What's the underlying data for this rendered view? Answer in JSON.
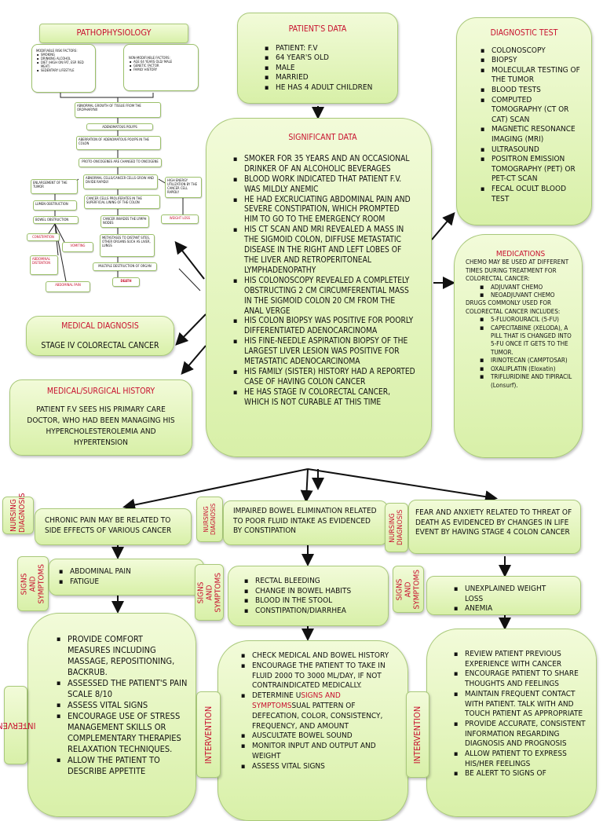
{
  "patho": {
    "title": "PATHOPHYSIOLOGY",
    "modifiable_title": "MODIFIABLE RISK FACTORS:",
    "modifiable": [
      "SMOKING",
      "DRINKING ALCOHOL",
      "DIET (HIGH ON FAT, ESP. RED MEAT)",
      "SEDENTARY LIFESTYLE"
    ],
    "nonmod_title": "NON-MODIFIABLE FACTORS:",
    "nonmod": [
      "AGE 64 YEARS OLD/ MALE",
      "GENETIC FACTOR",
      "FAMILY HISTORY"
    ],
    "f1": "ABNORMAL GROWTH OF TISSUE FROM THE OROPHARYNX",
    "f2": "ADENOMATOUS POLYPS",
    "f3": "ABERRATION OF ADENOMATOUS POLYPS IN THE COLON",
    "f4": "PROTO-ONCOGENES ARE CHANGED TO ONCOGENE",
    "f5": "ABNORMAL CELLS/CANCER CELLS GROW AND DIVIDE RAPIDLY",
    "f6": "CANCER CELLS PROLIFERATES IN THE SUPERFICIAL LINING OF THE COLON",
    "f7": "CANCER INVADES THE LYMPH NODES",
    "f8": "METASTASES TO DISTANT SITES, OTHER ORGANS SUCH AS LIVER, LUNGS",
    "f9": "MULTIPLE DESTRUCTION OF ORGAN",
    "f10": "DEATH",
    "l1": "ENLARGEMENT OF THE TUMOR",
    "l2": "LUMEN OBSTRUCTION",
    "l3": "BOWEL OBSTRUCTION",
    "c1": "CONSTIPATION",
    "c2": "VOMITING",
    "c3": "ABDOMINAL DISTENTION",
    "c4": "ABDOMINAL PAIN",
    "r1": "HIGH ENERGY UTILIZATION BY THE CANCER CELL RAPIDLY",
    "r2": "WEIGHT LOSS"
  },
  "patient": {
    "title": "PATIENT'S DATA",
    "items": [
      "PATIENT: F.V",
      "64 YEAR'S OLD",
      "MALE",
      "MARRIED",
      "HE HAS 4 ADULT CHILDREN"
    ]
  },
  "diagnostic": {
    "title": "DIAGNOSTIC TEST",
    "items": [
      "COLONOSCOPY",
      "BIOPSY",
      "MOLECULAR TESTING OF THE TUMOR",
      "BLOOD TESTS",
      "COMPUTED TOMOGRAPHY (CT OR CAT) SCAN",
      "MAGNETIC RESONANCE IMAGING (MRI)",
      "ULTRASOUND",
      "POSITRON EMISSION TOMOGRAPHY (PET) OR PET-CT SCAN",
      "FECAL OCULT BLOOD TEST"
    ]
  },
  "significant": {
    "title": "SIGNIFICANT DATA",
    "items": [
      "SMOKER FOR 35 YEARS AND AN OCCASIONAL DRINKER OF AN ALCOHOLIC BEVERAGES",
      "BLOOD WORK INDICATED THAT PATIENT F.V. WAS MILDLY ANEMIC",
      "HE HAD EXCRUCIATING ABDOMINAL PAIN AND SEVERE CONSTIPATION, WHICH PROMPTED HIM TO GO TO THE EMERGENCY ROOM",
      "HIS CT SCAN AND MRI REVEALED A MASS IN THE SIGMOID COLON, DIFFUSE METASTATIC DISEASE IN THE RIGHT AND LEFT LOBES OF THE LIVER AND RETROPERITONEAL LYMPHADENOPATHY",
      "HIS COLONOSCOPY REVEALED A COMPLETELY OBSTRUCTING 2 CM CIRCUMFERENTIAL MASS IN THE SIGMOID COLON 20 CM FROM THE ANAL VERGE",
      "HIS COLON BIOPSY WAS POSITIVE FOR POORLY DIFFERENTIATED ADENOCARCINOMA",
      "HIS FINE-NEEDLE ASPIRATION BIOPSY OF THE LARGEST LIVER LESION WAS POSITIVE FOR METASTATIC ADENOCARCINOMA",
      "HIS FAMILY (SISTER) HISTORY HAD A REPORTED CASE OF HAVING COLON CANCER",
      "HE HAS STAGE IV COLORECTAL CANCER, WHICH IS NOT CURABLE AT THIS TIME"
    ]
  },
  "medications": {
    "title": "MEDICATIONS",
    "intro": "CHEMO MAY BE USED AT DIFFERENT TIMES DURING TREATMENT FOR COLORECTAL CANCER:",
    "types": [
      "ADJUVANT CHEMO",
      "NEOADJUVANT CHEMO"
    ],
    "drugs_intro": "DRUGS COMMONLY USED FOR COLORECTAL CANCER INCLUDES:",
    "drugs": [
      "5-FLUOROURACIL (5-FU)",
      "CAPECITABINE (XELODA), A PILL THAT IS CHANGED INTO 5-FU ONCE IT GETS TO THE TUMOR.",
      "IRINOTECAN (CAMPTOSAR)",
      "OXALIPLATIN (Eloxatin)",
      "TRIFLURIDINE AND TIPIRACIL (Lonsurf)."
    ]
  },
  "diagnosis": {
    "title": "MEDICAL DIAGNOSIS",
    "value": "STAGE IV COLORECTAL CANCER"
  },
  "history": {
    "title": "MEDICAL/SURGICAL HISTORY",
    "value": "PATIENT F.V SEES HIS PRIMARY CARE DOCTOR, WHO HAD BEEN MANAGING HIS HYPERCHOLESTEROLEMIA AND HYPERTENSION"
  },
  "labels": {
    "nursing": "NURSING DIAGNOSIS",
    "signs": "SIGNS AND SYMPTOMS",
    "intervention": "INTERVENTION",
    "intervention_dash": "-"
  },
  "columns": [
    {
      "nd": "CHRONIC PAIN MAY BE RELATED TO SIDE EFFECTS OF VARIOUS CANCER",
      "signs": [
        "ABDOMINAL PAIN",
        "FATIGUE"
      ],
      "interventions": [
        "PROVIDE COMFORT MEASURES INCLUDING MASSAGE, REPOSITIONING, BACKRUB.",
        "ASSESSED THE PATIENT'S PAIN SCALE 8/10",
        "ASSESS VITAL SIGNS",
        "ENCOURAGE USE OF STRESS MANAGEMENT SKILLS OR COMPLEMENTARY THERAPIES RELAXATION TECHNIQUES.",
        "ALLOW THE PATIENT TO DESCRIBE APPETITE"
      ]
    },
    {
      "nd": "IMPAIRED BOWEL ELIMINATION RELATED TO POOR FLUID INTAKE AS EVIDENCED BY CONSTIPATION",
      "signs": [
        "RECTAL BLEEDING",
        "CHANGE IN BOWEL HABITS",
        "BLOOD IN THE STOOL",
        "CONSTIPATION/DIARRHEA"
      ],
      "interventions": [
        "CHECK MEDICAL AND BOWEL HISTORY",
        "ENCOURAGE THE PATIENT TO TAKE IN FLUID 2000 TO 3000 ML/DAY, IF NOT CONTRAINDICATED MEDICALLY."
      ],
      "det_a": "DETERMINE U",
      "det_red": "SIGNS AND SYMPTOMS",
      "det_b": "SUAL PATTERN OF DEFECATION, COLOR, CONSISTENCY, FREQUENCY, AND AMOUNT",
      "interventions2": [
        "AUSCULTATE BOWEL SOUND",
        "MONITOR INPUT AND OUTPUT AND WEIGHT",
        "ASSESS VITAL SIGNS"
      ]
    },
    {
      "nd": "FEAR AND ANXIETY RELATED TO THREAT OF DEATH AS EVIDENCED BY CHANGES IN LIFE EVENT BY HAVING STAGE 4 COLON CANCER",
      "signs": [
        "UNEXPLAINED WEIGHT LOSS",
        "ANEMIA"
      ],
      "interventions": [
        "REVIEW PATIENT PREVIOUS EXPERIENCE WITH CANCER",
        "ENCOURAGE PATIENT TO SHARE THOUGHTS AND FEELINGS",
        "MAINTAIN FREQUENT CONTACT WITH PATIENT. TALK WITH AND TOUCH PATIENT AS APPROPRIATE",
        "PROVIDE ACCURATE, CONSISTENT INFORMATION REGARDING DIAGNOSIS AND PROGNOSIS",
        "ALLOW PATIENT TO EXPRESS HIS/HER FEELINGS",
        "BE ALERT TO SIGNS OF"
      ]
    }
  ],
  "colors": {
    "title_red": "#c8102e",
    "box_green": "#d8f0a8",
    "border": "#a9c97a"
  }
}
